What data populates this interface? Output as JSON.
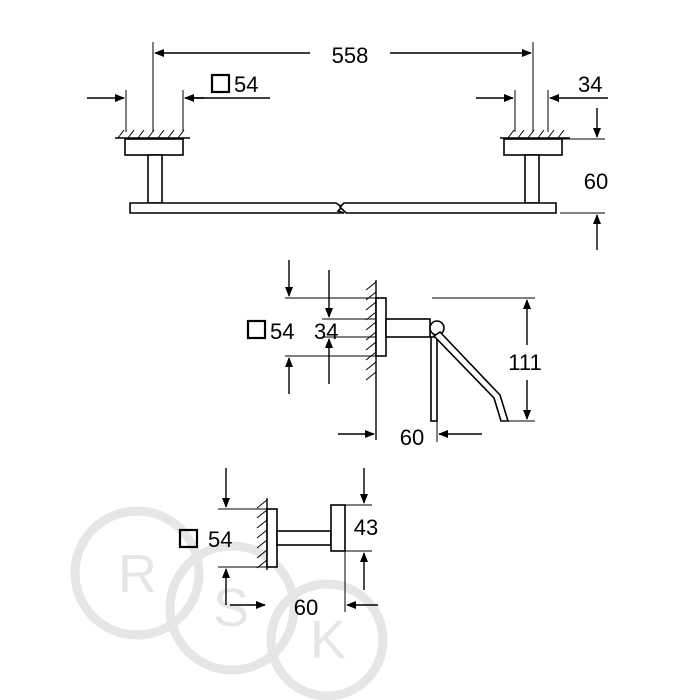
{
  "towel_bar": {
    "length": "558",
    "base_size": "54",
    "base_size_symbol": "□",
    "bracket_width": "34",
    "projection": "60"
  },
  "paper_holder": {
    "base_size": "54",
    "base_size_symbol": "□",
    "bracket_width": "34",
    "height": "111",
    "projection": "60"
  },
  "hook": {
    "base_size": "54",
    "base_size_symbol": "□",
    "height": "43",
    "projection": "60"
  },
  "watermark": {
    "letters": [
      "R",
      "S",
      "K"
    ]
  }
}
